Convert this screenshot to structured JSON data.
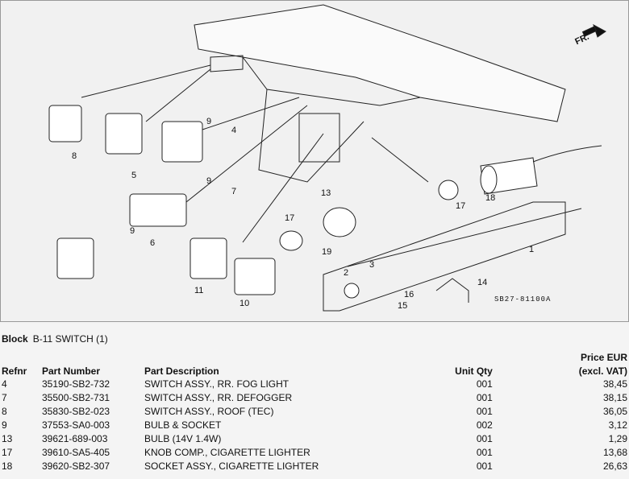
{
  "diagram": {
    "orientation_label": "FR.",
    "drawing_code": "SB27-81100A",
    "callouts": [
      "8",
      "5",
      "9",
      "4",
      "9",
      "7",
      "9",
      "6",
      "13",
      "17",
      "19",
      "17",
      "18",
      "1",
      "2",
      "3",
      "14",
      "16",
      "15",
      "11",
      "10"
    ]
  },
  "block": {
    "label": "Block",
    "value": "B-11 SWITCH (1)"
  },
  "table": {
    "headers": {
      "refnr": "Refnr",
      "part_number": "Part Number",
      "description": "Part Description",
      "qty": "Unit Qty",
      "price_line1": "Price EUR",
      "price_line2": "(excl. VAT)"
    },
    "rows": [
      {
        "refnr": "4",
        "part_number": "35190-SB2-732",
        "description": "SWITCH ASSY., RR. FOG LIGHT",
        "qty": "001",
        "price": "38,45"
      },
      {
        "refnr": "7",
        "part_number": "35500-SB2-731",
        "description": "SWITCH ASSY., RR. DEFOGGER",
        "qty": "001",
        "price": "38,15"
      },
      {
        "refnr": "8",
        "part_number": "35830-SB2-023",
        "description": "SWITCH ASSY., ROOF (TEC)",
        "qty": "001",
        "price": "36,05"
      },
      {
        "refnr": "9",
        "part_number": "37553-SA0-003",
        "description": "BULB & SOCKET",
        "qty": "002",
        "price": "3,12"
      },
      {
        "refnr": "13",
        "part_number": "39621-689-003",
        "description": "BULB (14V 1.4W)",
        "qty": "001",
        "price": "1,29"
      },
      {
        "refnr": "17",
        "part_number": "39610-SA5-405",
        "description": "KNOB COMP., CIGARETTE LIGHTER",
        "qty": "001",
        "price": "13,68"
      },
      {
        "refnr": "18",
        "part_number": "39620-SB2-307",
        "description": "SOCKET ASSY., CIGARETTE LIGHTER",
        "qty": "001",
        "price": "26,63"
      }
    ]
  }
}
